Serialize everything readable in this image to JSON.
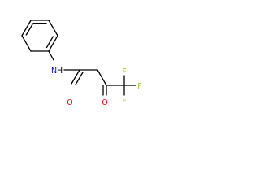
{
  "molecule": {
    "atoms": {
      "N": "N",
      "H": "H",
      "O_amide": "O",
      "O_ketone": "O",
      "F1": "F",
      "F2": "F",
      "F3": "F"
    },
    "colors": {
      "bond": "#000000",
      "N": "#0000ff",
      "O": "#ff0000",
      "F": "#9acd32"
    }
  }
}
